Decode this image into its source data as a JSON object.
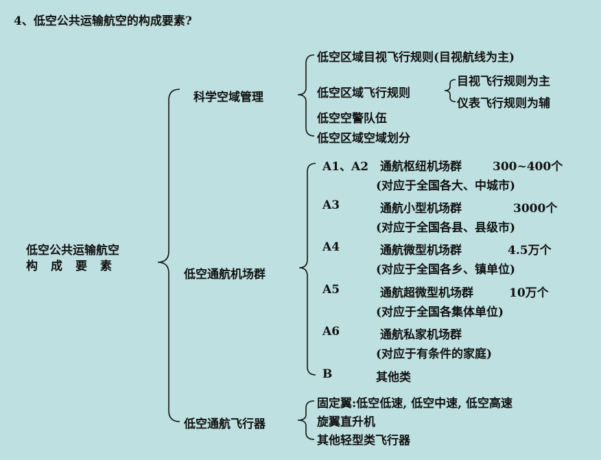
{
  "title": "4、低空公共运输航空的构成要素?",
  "root": {
    "line1": "低空公共运输航空",
    "line2": "构成要素"
  },
  "branches": {
    "airspace": {
      "label": "科学空域管理",
      "items": [
        "低空区域目视飞行规则(目视航线为主)",
        "低空区域飞行规则",
        "低空空警队伍",
        "低空区域空域划分"
      ],
      "sub": [
        "目视飞行规则为主",
        "仪表飞行规则为辅"
      ]
    },
    "airports": {
      "label": "低空通航机场群",
      "items": [
        {
          "code": "A1、A2",
          "name": "通航枢纽机场群",
          "count": "300~400个",
          "note": "(对应于全国各大、中城市)"
        },
        {
          "code": "A3",
          "name": "通航小型机场群",
          "count": "3000个",
          "note": "(对应于全国各县、县级市)"
        },
        {
          "code": "A4",
          "name": "通航微型机场群",
          "count": "4.5万个",
          "note": "(对应于全国各乡、镇单位)"
        },
        {
          "code": "A5",
          "name": "通航超微型机场群",
          "count": "10万个",
          "note": "(对应于全国各集体单位)"
        },
        {
          "code": "A6",
          "name": "通航私家机场群",
          "count": "",
          "note": "(对应于有条件的家庭)"
        },
        {
          "code": "B",
          "name": "其他类",
          "count": "",
          "note": ""
        }
      ]
    },
    "aircraft": {
      "label": "低空通航飞行器",
      "items": [
        "固定翼:低空低速, 低空中速, 低空高速",
        "旋翼直升机",
        "其他轻型类飞行器"
      ]
    }
  }
}
